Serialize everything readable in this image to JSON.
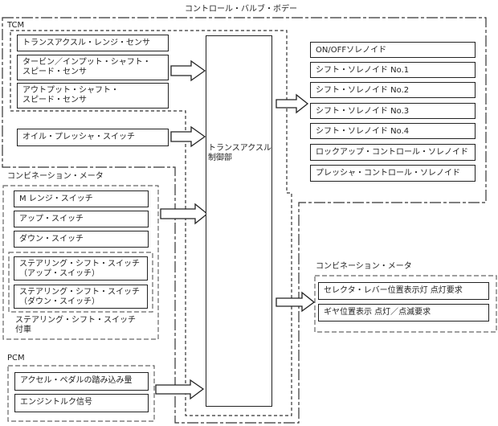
{
  "title": "コントロール・バルブ・ボデー",
  "controller": {
    "label": "トランスアクスル\n制御部"
  },
  "groups": {
    "tcm": {
      "label": "TCM",
      "items": [
        "トランスアクスル・レンジ・センサ",
        "タービン／インプット・シャフト・\nスピード・センサ",
        "アウトプット・シャフト・\nスピード・センサ"
      ],
      "oil_pressure_switch": "オイル・プレッシャ・スイッチ"
    },
    "combination_meter_inputs": {
      "label": "コンビネーション・メータ",
      "items": [
        "M レンジ・スイッチ",
        "アップ・スイッチ",
        "ダウン・スイッチ"
      ],
      "steering_shift": {
        "items": [
          "ステアリング・シフト・スイッチ\n（アップ・スイッチ）",
          "ステアリング・シフト・スイッチ\n（ダウン・スイッチ）"
        ],
        "caption": "ステアリング・シフト・スイッチ\n付車"
      }
    },
    "pcm": {
      "label": "PCM",
      "items": [
        "アクセル・ペダルの踏み込み量",
        "エンジントルク信号"
      ]
    },
    "solenoids": {
      "items": [
        "ON/OFFソレノイド",
        "シフト・ソレノイド No.1",
        "シフト・ソレノイド No.2",
        "シフト・ソレノイド No.3",
        "シフト・ソレノイド No.4",
        "ロックアップ・コントロール・ソレノイド",
        "プレッシャ・コントロール・ソレノイド"
      ]
    },
    "combination_meter_outputs": {
      "label": "コンビネーション・メータ",
      "items": [
        "セレクタ・レバー位置表示灯 点灯要求",
        "ギヤ位置表示 点灯／点滅要求"
      ]
    }
  },
  "arrows": [
    {
      "from": "tcm-sensors",
      "to": "controller"
    },
    {
      "from": "oil-pressure-switch",
      "to": "controller"
    },
    {
      "from": "combination-meter-switches",
      "to": "controller"
    },
    {
      "from": "pcm",
      "to": "controller"
    },
    {
      "from": "controller",
      "to": "solenoids"
    },
    {
      "from": "controller",
      "to": "combination-meter-outputs"
    }
  ]
}
